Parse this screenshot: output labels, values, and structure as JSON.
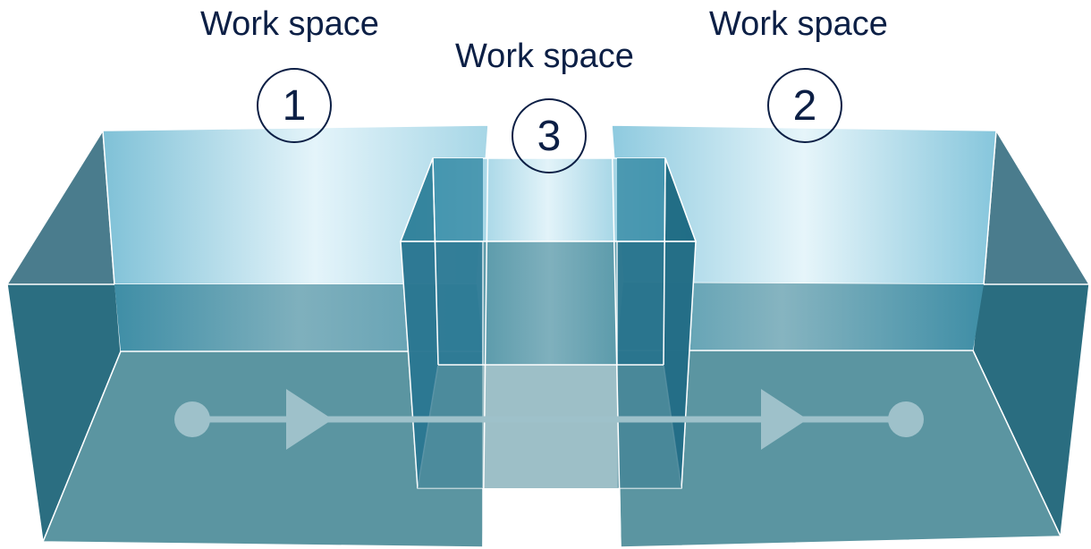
{
  "workspaces": [
    {
      "label": "Work space",
      "number": "1"
    },
    {
      "label": "Work space",
      "number": "2"
    },
    {
      "label": "Work space",
      "number": "3"
    }
  ],
  "colors": {
    "text": "#0c1f45",
    "box_side_dark": "#2a6d80",
    "box_floor": "#5b95a1",
    "glass_light": "#e4f4fa",
    "glass_mid": "#8ecadf",
    "flow_path": "#9ec1ca"
  },
  "icons": [
    "flow-start-dot-icon",
    "flow-arrow-icon",
    "flow-end-dot-icon"
  ]
}
